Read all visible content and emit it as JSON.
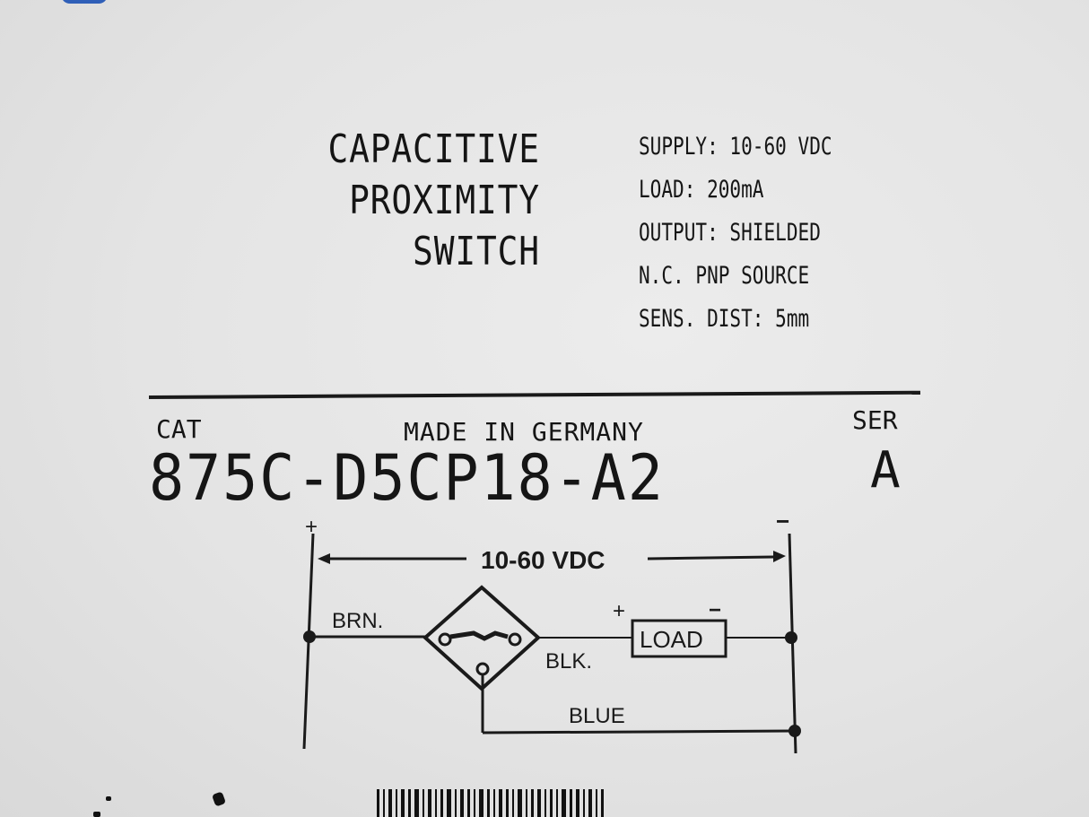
{
  "label": {
    "title_lines": [
      "CAPACITIVE",
      "PROXIMITY",
      "SWITCH"
    ],
    "specs": [
      "SUPPLY: 10-60 VDC",
      "LOAD: 200mA",
      "OUTPUT: SHIELDED",
      "N.C. PNP SOURCE",
      "SENS. DIST: 5mm"
    ],
    "cat_label": "CAT",
    "made_in": "MADE IN GERMANY",
    "ser_label": "SER",
    "cat_number": "875C-D5CP18-A2",
    "ser_value": "A"
  },
  "diagram": {
    "plus_sign": "+",
    "minus_sign": "−",
    "voltage": "10-60 VDC",
    "wire_brown": "BRN.",
    "wire_black": "BLK.",
    "wire_blue": "BLUE",
    "load": "LOAD",
    "load_plus": "+",
    "load_minus": "−"
  },
  "colors": {
    "paper": "#e6e6e6",
    "ink": "#151515",
    "blue_mark": "#2f5fb8"
  }
}
